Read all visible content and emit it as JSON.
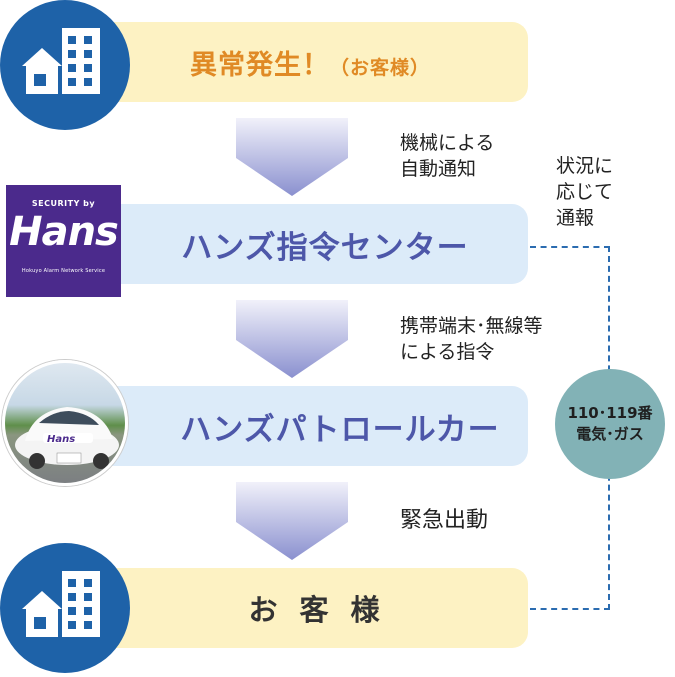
{
  "steps": {
    "alert": {
      "title": "異常発生！",
      "sub": "（お客様）"
    },
    "center": {
      "title": "ハンズ指令センター"
    },
    "patrol": {
      "title": "ハンズパトロールカー"
    },
    "customer": {
      "title": "お客様"
    }
  },
  "arrows": {
    "a1": {
      "line1": "機械による",
      "line2": "自動通知"
    },
    "a2": {
      "line1": "携帯端末･無線等",
      "line2": "による指令"
    },
    "a3": {
      "line1": "緊急出動"
    }
  },
  "side_report": {
    "line1": "状況に",
    "line2": "応じて",
    "line3": "通報"
  },
  "circle_contacts": {
    "line1": "110･119番",
    "line2": "電気･ガス"
  },
  "logo": {
    "top": "SECURITY by",
    "name": "Hans",
    "bottom": "Hokuyo Alarm Network Service"
  },
  "colors": {
    "accent_blue": "#1e62a8",
    "orange_title": "#e08a25",
    "purple_title": "#4d57a9",
    "logo_purple": "#4b2a8c",
    "teal": "#82b2b6",
    "yellow_bar": "#fdf2c3",
    "blue_bar": "#dcebf9"
  }
}
